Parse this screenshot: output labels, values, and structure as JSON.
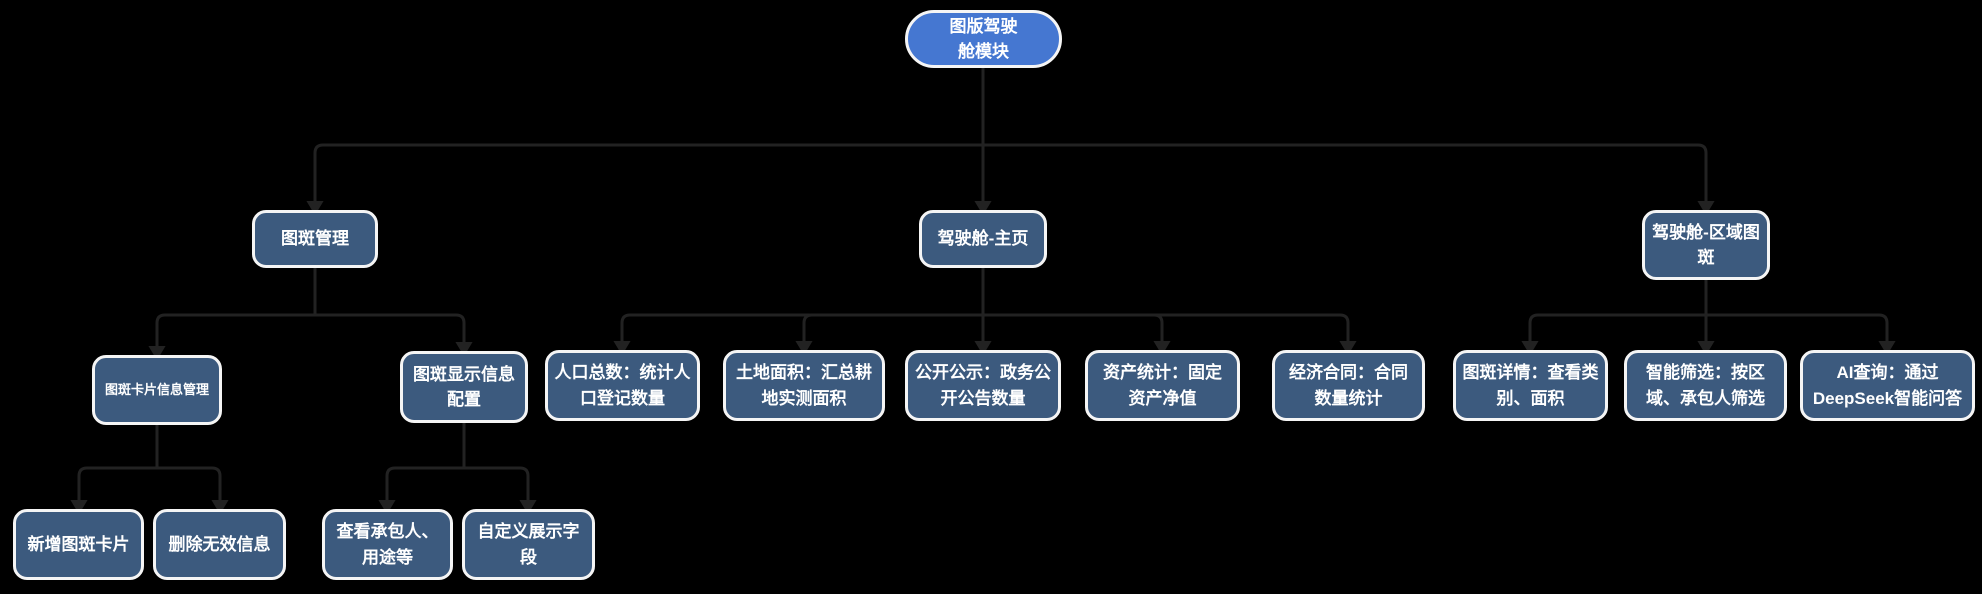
{
  "diagram": {
    "type": "mindmap-tree",
    "colors": {
      "background": "#000000",
      "root_fill": "#4577d1",
      "node_fill": "#3c5a7e",
      "node_border": "#f5f5f5",
      "connector": "#222222",
      "text": "#ffffff"
    },
    "nodes": {
      "root": {
        "label": "图版驾驶\n舱模块"
      },
      "tuban_mgmt": {
        "label": "图斑管理"
      },
      "cockpit_home": {
        "label": "驾驶舱-主页"
      },
      "cockpit_region": {
        "label": "驾驶舱-区域图\n斑"
      },
      "card_info_mgmt": {
        "label": "图斑卡片信息管理"
      },
      "display_config": {
        "label": "图斑显示信息\n配置"
      },
      "population": {
        "label": "人口总数：统计人\n口登记数量"
      },
      "land_area": {
        "label": "土地面积：汇总耕\n地实测面积"
      },
      "public_notice": {
        "label": "公开公示：政务公\n开公告数量"
      },
      "asset_stats": {
        "label": "资产统计：固定\n资产净值"
      },
      "economic_contract": {
        "label": "经济合同：合同\n数量统计"
      },
      "patch_detail": {
        "label": "图斑详情：查看类\n别、面积"
      },
      "smart_filter": {
        "label": "智能筛选：按区\n域、承包人筛选"
      },
      "ai_query": {
        "label": "AI查询：通过\nDeepSeek智能问答"
      },
      "add_card": {
        "label": "新增图斑卡片"
      },
      "delete_invalid": {
        "label": "删除无效信息"
      },
      "view_contractor": {
        "label": "查看承包人、\n用途等"
      },
      "custom_fields": {
        "label": "自定义展示字\n段"
      }
    }
  }
}
